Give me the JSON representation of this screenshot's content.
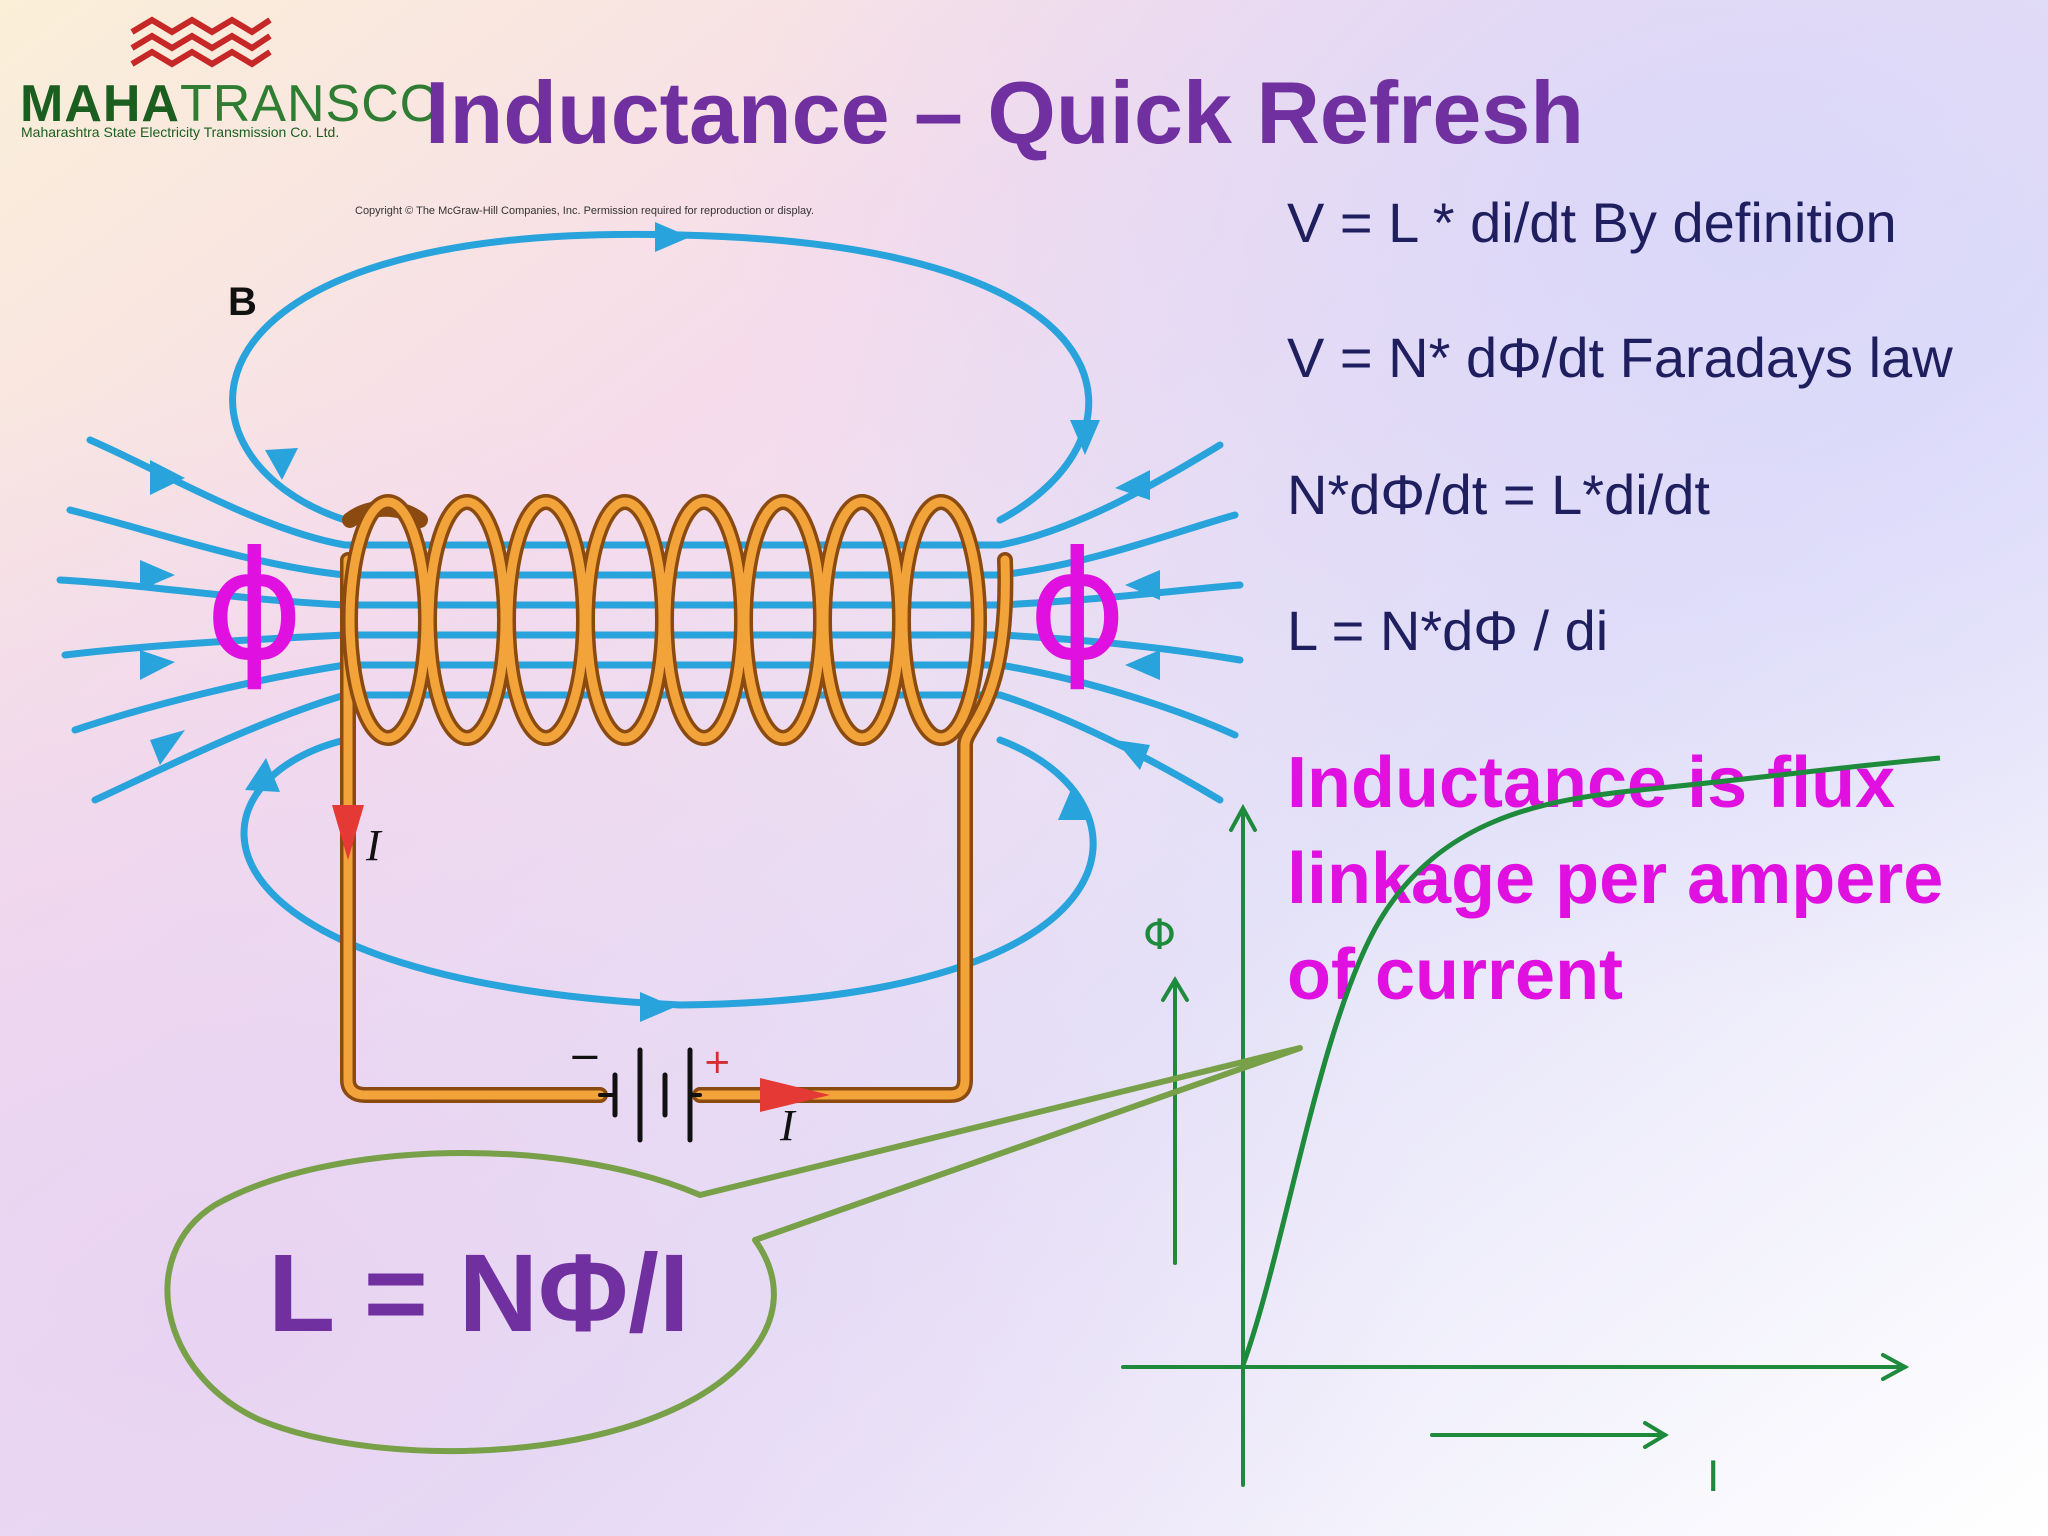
{
  "slide": {
    "title": "Inductance – Quick Refresh",
    "colors": {
      "title": "#7030A0",
      "equations": "#1F1F5F",
      "highlight": "#E010E0",
      "graph": "#1E8A3C",
      "field_lines": "#29A3DC",
      "coil": "#E8931E",
      "bubble_border": "#77A048"
    }
  },
  "logo": {
    "brand_bold": "MAHA",
    "brand_light": "TRANSCO",
    "subtitle": "Maharashtra State Electricity Transmission Co. Ltd."
  },
  "figure": {
    "copyright": "Copyright © The McGraw-Hill Companies, Inc. Permission required for reproduction or display.",
    "panel_label": "B",
    "current_label": "I",
    "flux_symbol": "ϕ",
    "battery_minus": "−",
    "battery_plus": "+"
  },
  "equations": [
    "V = L * di/dt  By definition",
    "V = N* dΦ/dt Faradays law",
    "N*dΦ/dt = L*di/dt",
    "L = N*dΦ / di"
  ],
  "statement": [
    "Inductance is flux",
    "linkage per ampere",
    "of current"
  ],
  "callout": {
    "formula": "L = NΦ/I"
  },
  "graph": {
    "y_label": "Φ",
    "x_label": "I"
  }
}
